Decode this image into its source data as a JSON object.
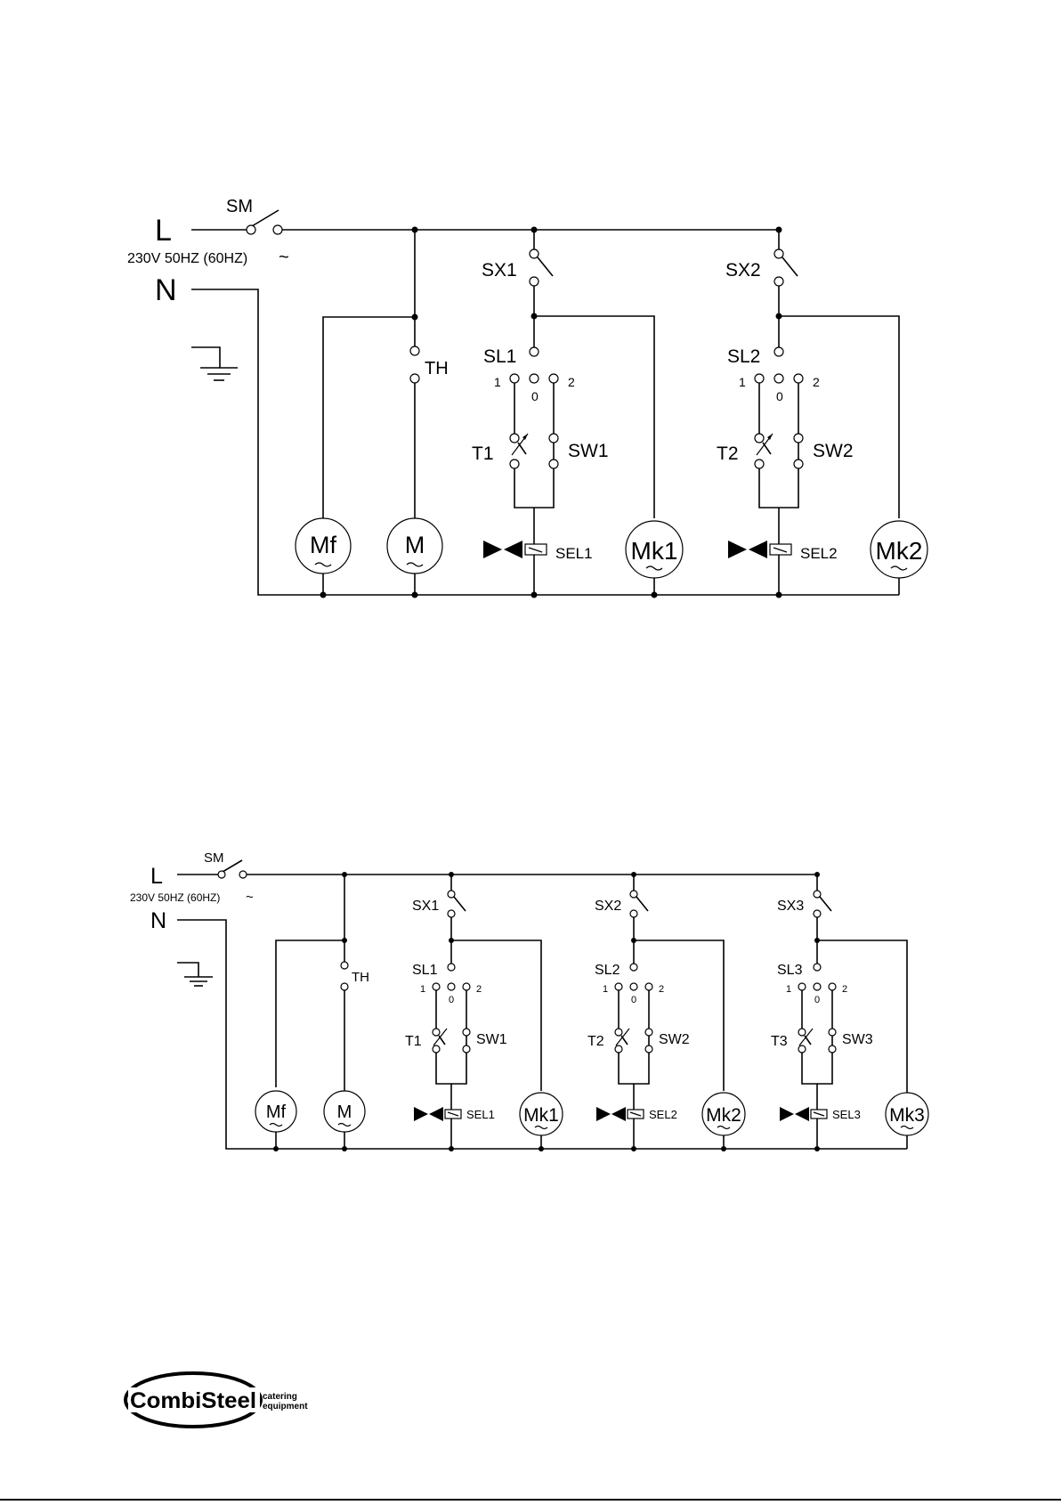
{
  "diagram1": {
    "line_label": "L",
    "neutral_label": "N",
    "supply_label": "230V 50HZ (60HZ)",
    "ac_symbol": "~",
    "main_switch": "SM",
    "thermostat": "TH",
    "fan_motor": "Mf",
    "motor": "M",
    "sections": [
      {
        "switch": "SX1",
        "selector": "SL1",
        "pos1": "1",
        "pos0": "0",
        "pos2": "2",
        "thermostat": "T1",
        "safety": "SW1",
        "valve": "SEL1",
        "pump": "Mk1"
      },
      {
        "switch": "SX2",
        "selector": "SL2",
        "pos1": "1",
        "pos0": "0",
        "pos2": "2",
        "thermostat": "T2",
        "safety": "SW2",
        "valve": "SEL2",
        "pump": "Mk2"
      }
    ]
  },
  "diagram2": {
    "line_label": "L",
    "neutral_label": "N",
    "supply_label": "230V 50HZ (60HZ)",
    "ac_symbol": "~",
    "main_switch": "SM",
    "thermostat": "TH",
    "fan_motor": "Mf",
    "motor": "M",
    "sections": [
      {
        "switch": "SX1",
        "selector": "SL1",
        "pos1": "1",
        "pos0": "0",
        "pos2": "2",
        "thermostat": "T1",
        "safety": "SW1",
        "valve": "SEL1",
        "pump": "Mk1"
      },
      {
        "switch": "SX2",
        "selector": "SL2",
        "pos1": "1",
        "pos0": "0",
        "pos2": "2",
        "thermostat": "T2",
        "safety": "SW2",
        "valve": "SEL2",
        "pump": "Mk2"
      },
      {
        "switch": "SX3",
        "selector": "SL3",
        "pos1": "1",
        "pos0": "0",
        "pos2": "2",
        "thermostat": "T3",
        "safety": "SW3",
        "valve": "SEL3",
        "pump": "Mk3"
      }
    ]
  },
  "logo": {
    "brand": "CombiSteel",
    "tagline_line1": "catering",
    "tagline_line2": "equipment"
  },
  "colors": {
    "ink": "#000000",
    "background": "#ffffff"
  }
}
